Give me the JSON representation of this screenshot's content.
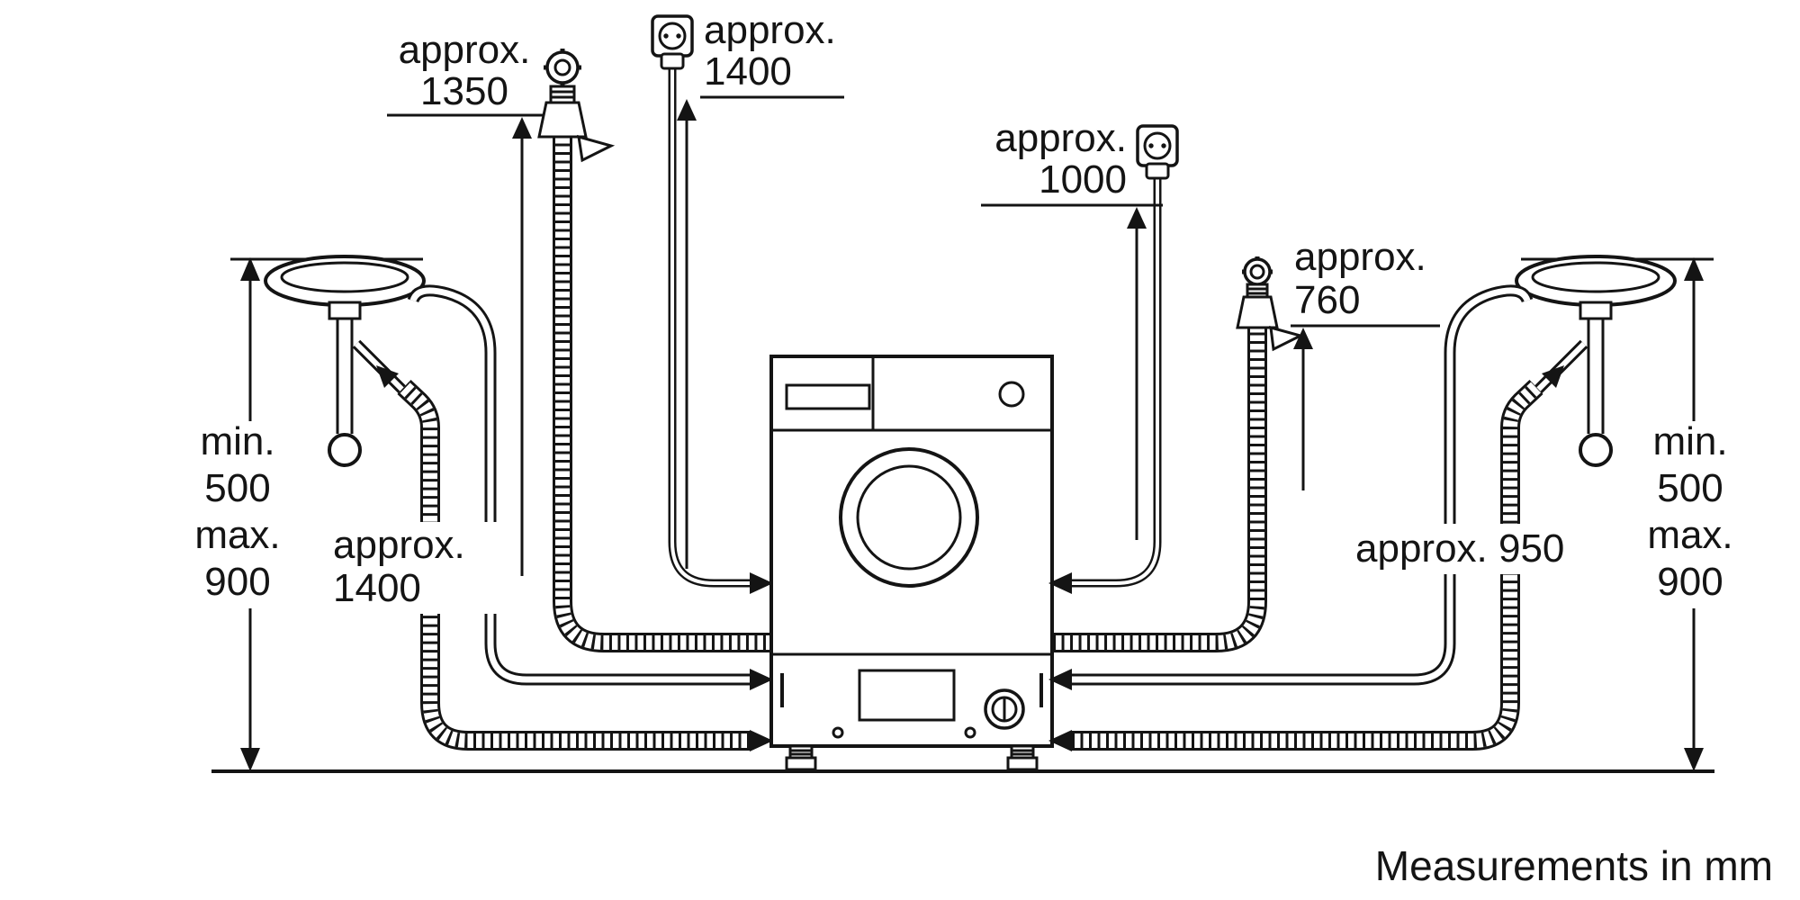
{
  "diagram": {
    "unit_note": "Measurements in mm",
    "line_color": "#141414",
    "background_color": "#ffffff",
    "labels": {
      "supply_hose_left": {
        "line1": "approx.",
        "line2": "1350"
      },
      "power_cord_top": {
        "line1": "approx.",
        "line2": "1400"
      },
      "power_cord_mid": {
        "line1": "approx.",
        "line2": "1000"
      },
      "supply_hose_right": {
        "line1": "approx.",
        "line2": "760"
      },
      "drain_hose_left": {
        "line1": "approx.",
        "line2": "1400"
      },
      "drain_hose_right": {
        "text": "approx. 950"
      },
      "height_left": {
        "l1": "min.",
        "l2": "500",
        "l3": "max.",
        "l4": "900"
      },
      "height_right": {
        "l1": "min.",
        "l2": "500",
        "l3": "max.",
        "l4": "900"
      }
    },
    "icons": {
      "tap_left": "water-tap-icon",
      "tap_right": "water-tap-icon",
      "socket_top": "power-socket-icon",
      "socket_mid": "power-socket-icon",
      "machine": "washing-machine-icon",
      "sink_left": "sink-siphon-icon",
      "sink_right": "sink-siphon-icon"
    }
  }
}
